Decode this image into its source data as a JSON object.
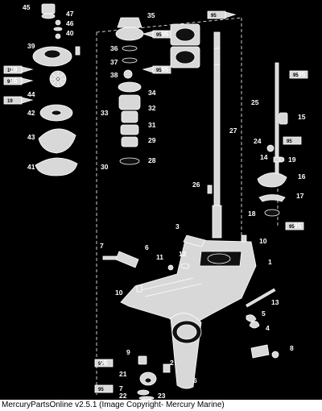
{
  "footer": {
    "caption": "MercuryPartsOnline v2.5.1 (Image Copyright- Mercury Marine)"
  },
  "callouts": [
    "45",
    "47",
    "46",
    "40",
    "39",
    "19",
    "95",
    "44",
    "42",
    "43",
    "41",
    "35",
    "95",
    "36",
    "37",
    "38",
    "95",
    "34",
    "32",
    "33",
    "31",
    "29",
    "30",
    "28",
    "27",
    "26",
    "25",
    "95",
    "15",
    "24",
    "14",
    "19",
    "16",
    "17",
    "18",
    "95",
    "3",
    "10",
    "7",
    "6",
    "11",
    "12",
    "1",
    "10",
    "2",
    "13",
    "5",
    "4",
    "9",
    "95",
    "8",
    "21",
    "6",
    "7",
    "22",
    "23"
  ],
  "tube_labels": {
    "t19a": "19",
    "t95a": "95",
    "t19b": "19",
    "t95b": "95",
    "t95c": "95",
    "t95d": "95",
    "t95e": "95",
    "t95f": "95",
    "t95g": "95",
    "t95h": "95",
    "t95i": "95"
  }
}
